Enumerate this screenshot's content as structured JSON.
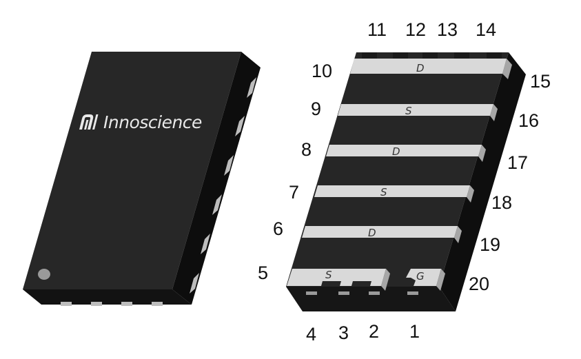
{
  "brand": {
    "name": "Innoscience"
  },
  "pins": {
    "p1": "1",
    "p2": "2",
    "p3": "3",
    "p4": "4",
    "p5": "5",
    "p6": "6",
    "p7": "7",
    "p8": "8",
    "p9": "9",
    "p10": "10",
    "p11": "11",
    "p12": "12",
    "p13": "13",
    "p14": "14",
    "p15": "15",
    "p16": "16",
    "p17": "17",
    "p18": "18",
    "p19": "19",
    "p20": "20"
  },
  "pads": {
    "top_drain": "D",
    "source_1": "S",
    "drain_2": "D",
    "source_2": "S",
    "drain_3": "D",
    "source_bottom": "S",
    "gate": "G"
  },
  "colors": {
    "package_top": "#262626",
    "package_side_left": "#141414",
    "package_side_right": "#0f0f0f",
    "pad_metal": "#d9d9d9",
    "pad_edge": "#a6a6a6"
  }
}
